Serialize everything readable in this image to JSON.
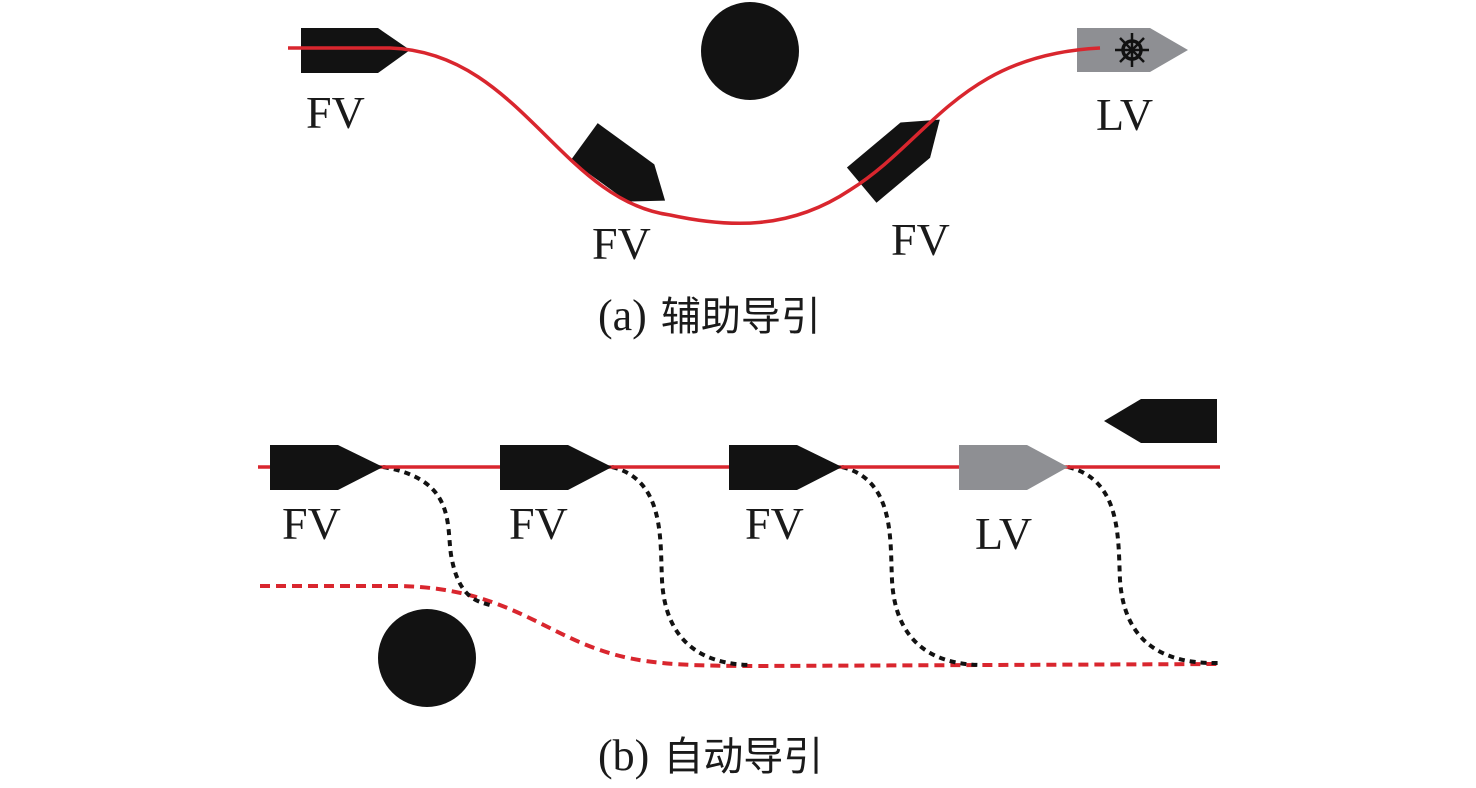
{
  "colors": {
    "follower_vessel": "#121212",
    "leader_vessel": "#8e8f93",
    "obstacle": "#121212",
    "planned_path": "#d9262e",
    "maneuver_path": "#121212",
    "text": "#1a1a1a"
  },
  "panel_a": {
    "caption_prefix": "(a)",
    "caption_text": "辅助导引",
    "vessels": [
      {
        "type": "FV",
        "label": "FV",
        "heading": "east"
      },
      {
        "type": "FV",
        "label": "FV",
        "heading": "southeast"
      },
      {
        "type": "FV",
        "label": "FV",
        "heading": "northeast"
      },
      {
        "type": "LV",
        "label": "LV",
        "heading": "east",
        "icon": "ship-wheel-icon"
      }
    ],
    "obstacle_count": 1,
    "path_style": "solid-curve"
  },
  "panel_b": {
    "caption_prefix": "(b)",
    "caption_text": "自动导引",
    "vessels": [
      {
        "type": "FV",
        "label": "FV",
        "heading": "east"
      },
      {
        "type": "FV",
        "label": "FV",
        "heading": "east"
      },
      {
        "type": "FV",
        "label": "FV",
        "heading": "east"
      },
      {
        "type": "LV",
        "label": "LV",
        "heading": "east"
      }
    ],
    "oncoming_vessel": {
      "heading": "west",
      "label": ""
    },
    "obstacle_count": 1,
    "path_styles": [
      "solid-straight",
      "dashed-avoidance",
      "dotted-lane-change"
    ]
  }
}
